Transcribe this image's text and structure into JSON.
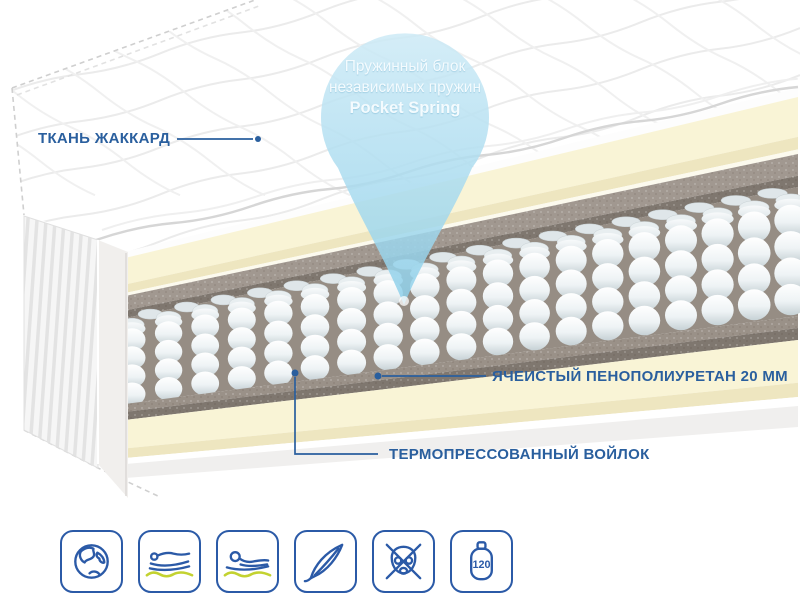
{
  "callout": {
    "line1": "Пружинный блок",
    "line2": "независимых пружин",
    "line3": "Pocket Spring"
  },
  "labels": {
    "fabric": "ТКАНЬ ЖАККАРД",
    "foam": "ЯЧЕИСТЫЙ ПЕНОПОЛИУРЕТАН 20 ММ",
    "felt": "ТЕРМОПРЕССОВАННЫЙ ВОЙЛОК"
  },
  "features": {
    "items": [
      {
        "icon": "globe-icon"
      },
      {
        "icon": "orthopedic-support-icon"
      },
      {
        "icon": "comfort-sleep-icon"
      },
      {
        "icon": "feather-light-icon"
      },
      {
        "icon": "hypoallergenic-no-mask-icon"
      },
      {
        "icon": "max-load-icon",
        "value": "120"
      }
    ]
  },
  "palette": {
    "label-blue": "#2a5f9e",
    "icon-blue": "#2b5aa7",
    "accent-green": "#c3d230",
    "bubble-top": "#cdeaf6",
    "bubble-bottom": "#8ed0ea",
    "foam-cream": "#f9f4d6",
    "foam-shadow": "#eee6c0",
    "felt-gray": "#a19890",
    "felt-shadow": "#7f776f",
    "gap-taupe": "#968d84",
    "spring-white": "#ffffff",
    "spring-shadow": "#c6d1d5",
    "quilt-line": "#ebebeb"
  }
}
